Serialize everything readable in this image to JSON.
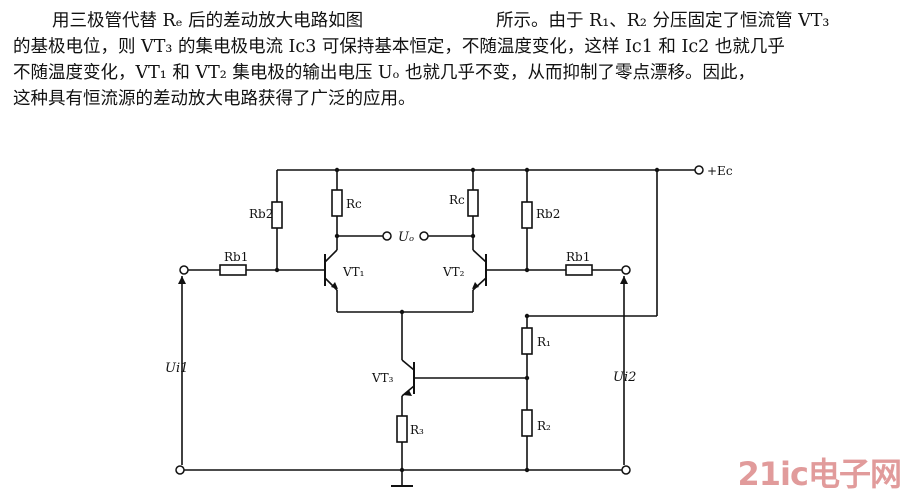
{
  "text": {
    "line1": "用三极管代替 Rₑ 后的差动放大电路如图",
    "line1b": "所示。由于 R₁、R₂ 分压固定了恒流管 VT₃",
    "line2": "的基极电位，则 VT₃ 的集电极电流 Ic3 可保持基本恒定，不随温度变化，这样 Ic1 和 Ic2 也就几乎",
    "line3": "不随温度变化，VT₁ 和 VT₂ 集电极的输出电压 Uₒ 也就几乎不变，从而抑制了零点漂移。因此，",
    "line4": "这种具有恒流源的差动放大电路获得了广泛的应用。"
  },
  "circuit": {
    "supply": "+Ec",
    "output": "Uₒ",
    "input1": "Ui1",
    "input2": "Ui2",
    "vt1": "VT₁",
    "vt2": "VT₂",
    "vt3": "VT₃",
    "rb2_left": "Rb2",
    "rb2_right": "Rb2",
    "rc_left": "Rc",
    "rc_right": "Rc",
    "rb1_left": "Rb1",
    "rb1_right": "Rb1",
    "r1": "R₁",
    "r2": "R₂",
    "r3": "R₃"
  },
  "watermark": "21ic电子网"
}
